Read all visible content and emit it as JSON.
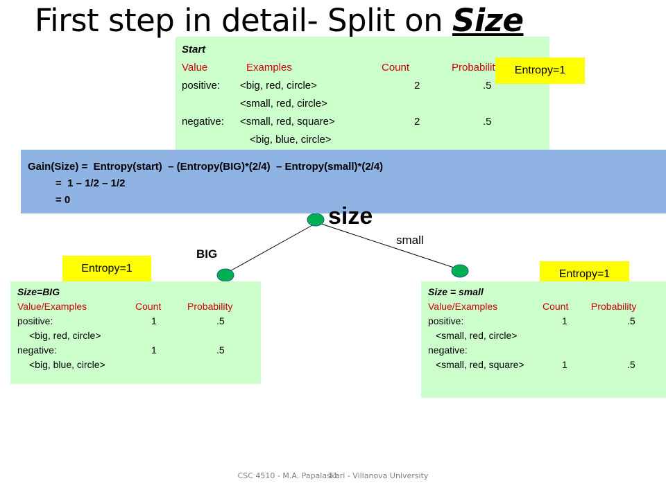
{
  "title": {
    "prefix": "First step in detail- Split on ",
    "emph": "Size"
  },
  "start": {
    "heading": "Start",
    "columns": [
      "Value",
      "Examples",
      "Count",
      "Probability"
    ],
    "rows": [
      {
        "value": "positive:",
        "example": "<big, red, circle>",
        "count": "2",
        "prob": ".5"
      },
      {
        "value": "",
        "example": "<small, red, circle>",
        "count": "",
        "prob": ""
      },
      {
        "value": "negative:",
        "example": "<small, red, square>",
        "count": "2",
        "prob": ".5"
      },
      {
        "value": "",
        "example": "<big, blue, circle>",
        "count": "",
        "prob": ""
      }
    ],
    "entropy": "Entropy=1"
  },
  "gain": {
    "line1": "Gain(Size) =  Entropy(start)  – (Entropy(BIG)*(2/4)  – Entropy(small)*(2/4)",
    "line2": "=  1 – 1/2 – 1/2",
    "line3": "= 0"
  },
  "tree": {
    "root_label": "size",
    "left_edge": "BIG",
    "right_edge": "small",
    "node_color": "#00b050"
  },
  "big": {
    "heading": "Size=BIG",
    "columns": [
      "Value/Examples",
      "Count",
      "Probability"
    ],
    "pos_label": "positive:",
    "pos_count": "1",
    "pos_prob": ".5",
    "pos_example": "<big, red, circle>",
    "neg_label": "negative:",
    "neg_count": "1",
    "neg_prob": ".5",
    "neg_example": "<big, blue, circle>",
    "entropy": "Entropy=1"
  },
  "small": {
    "heading": "Size = small",
    "columns": [
      "Value/Examples",
      "Count",
      "Probability"
    ],
    "pos_label": "positive:",
    "pos_count": "1",
    "pos_prob": ".5",
    "pos_example": "<small, red, circle>",
    "neg_label": "negative:",
    "neg_example": "<small, red, square>",
    "neg_count": "1",
    "neg_prob": ".5",
    "entropy": "Entropy=1"
  },
  "footer": {
    "text": "CSC 4510 - M.A. Papalaskari - Villanova University",
    "page": "11"
  },
  "colors": {
    "box_bg": "#ccffcc",
    "entropy_bg": "#ffff00",
    "gain_bg": "#8fb3e2",
    "header_red": "#cc0000"
  }
}
